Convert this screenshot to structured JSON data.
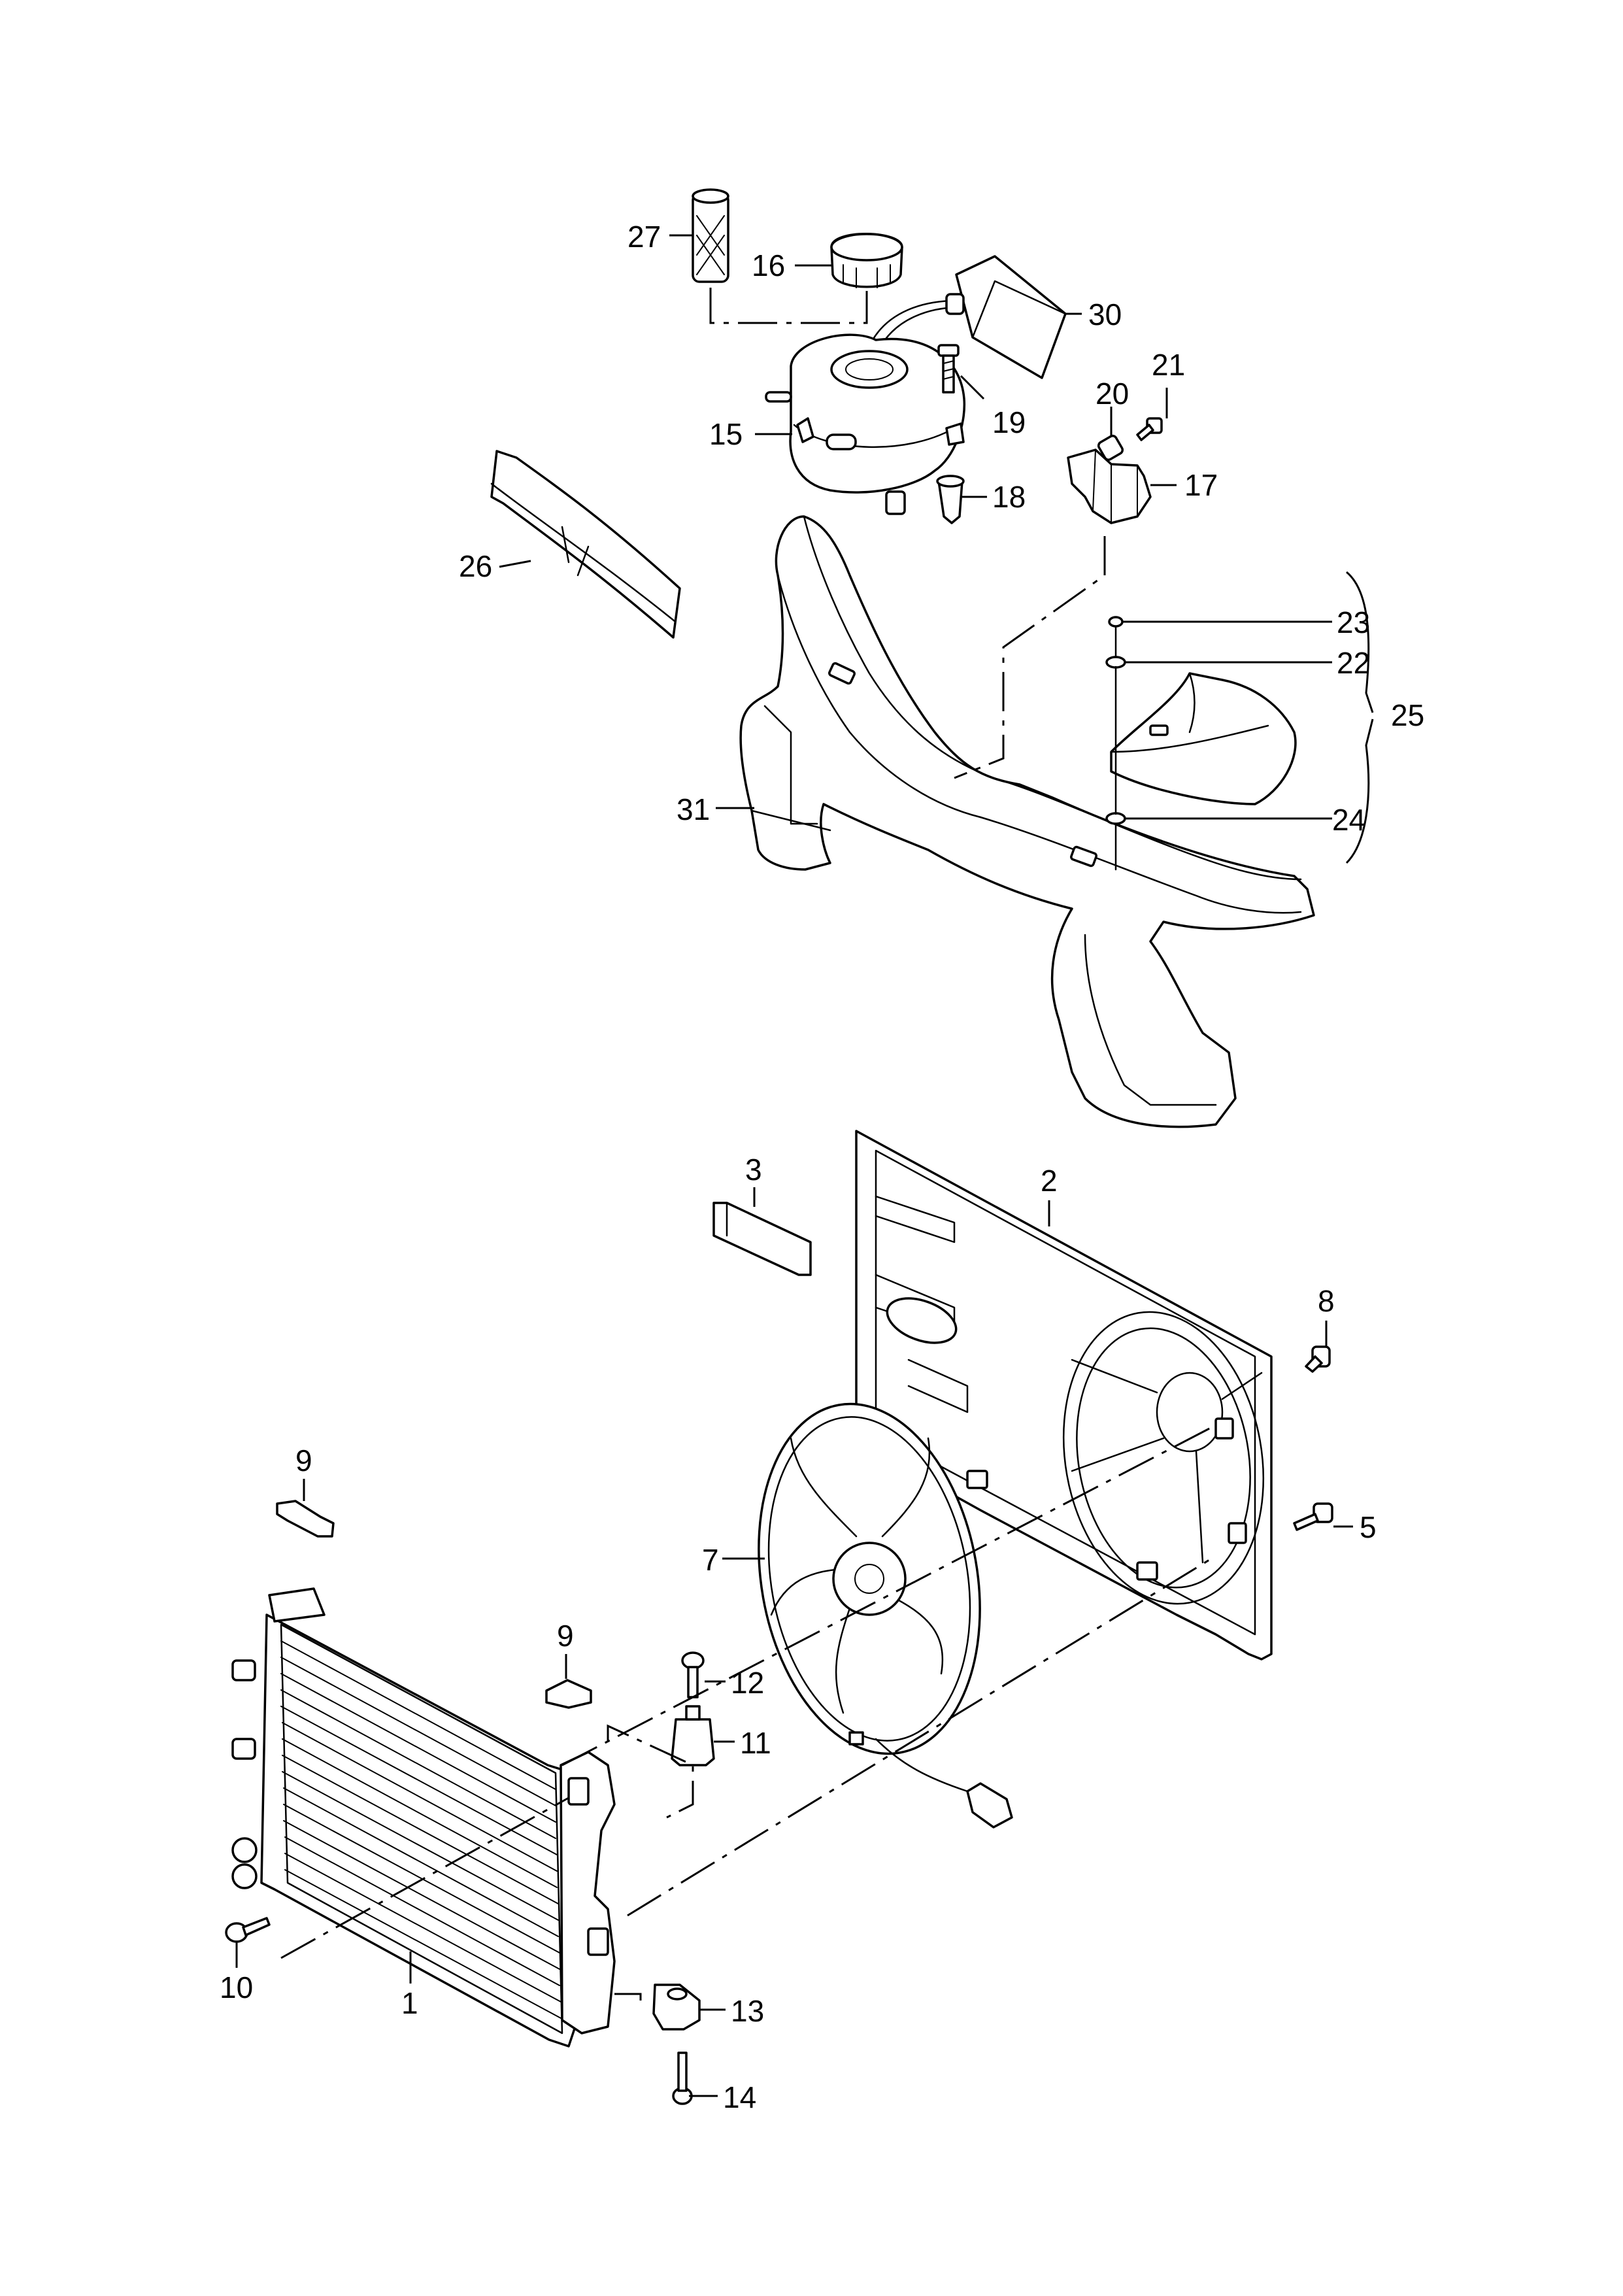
{
  "diagram": {
    "type": "exploded-parts-view",
    "callouts": [
      {
        "id": "c1",
        "label": "1"
      },
      {
        "id": "c2",
        "label": "2"
      },
      {
        "id": "c3",
        "label": "3"
      },
      {
        "id": "c5",
        "label": "5"
      },
      {
        "id": "c7",
        "label": "7"
      },
      {
        "id": "c8",
        "label": "8"
      },
      {
        "id": "c9a",
        "label": "9"
      },
      {
        "id": "c9b",
        "label": "9"
      },
      {
        "id": "c10",
        "label": "10"
      },
      {
        "id": "c11",
        "label": "11"
      },
      {
        "id": "c12",
        "label": "12"
      },
      {
        "id": "c13",
        "label": "13"
      },
      {
        "id": "c14",
        "label": "14"
      },
      {
        "id": "c15",
        "label": "15"
      },
      {
        "id": "c16",
        "label": "16"
      },
      {
        "id": "c17",
        "label": "17"
      },
      {
        "id": "c18",
        "label": "18"
      },
      {
        "id": "c19",
        "label": "19"
      },
      {
        "id": "c20",
        "label": "20"
      },
      {
        "id": "c21",
        "label": "21"
      },
      {
        "id": "c22",
        "label": "22"
      },
      {
        "id": "c23",
        "label": "23"
      },
      {
        "id": "c24",
        "label": "24"
      },
      {
        "id": "c25",
        "label": "25"
      },
      {
        "id": "c26",
        "label": "26"
      },
      {
        "id": "c27",
        "label": "27"
      },
      {
        "id": "c30",
        "label": "30"
      },
      {
        "id": "c31",
        "label": "31"
      }
    ]
  }
}
